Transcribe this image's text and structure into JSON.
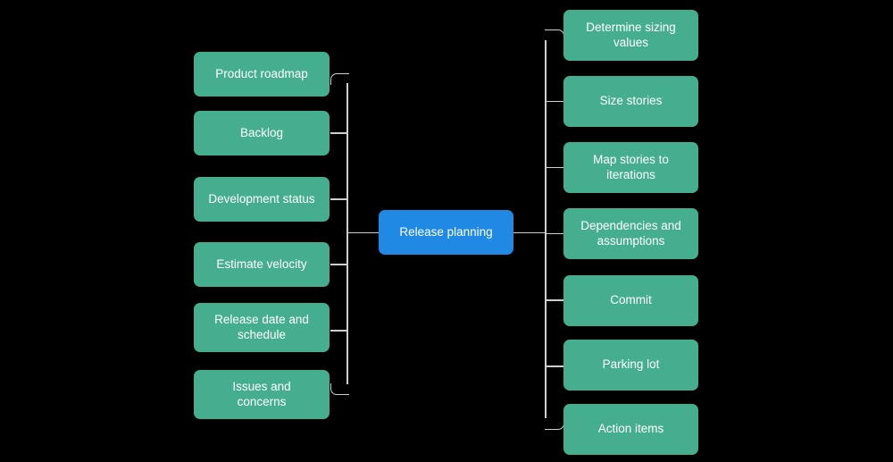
{
  "diagram": {
    "type": "mind-map",
    "title": "Release planning",
    "background_color": "#000000",
    "center": {
      "label": "Release planning",
      "color": "#2089E4",
      "text_color": "#ffffff"
    },
    "connector_color": "#cfcfcf",
    "branch_color": "#45AE8E",
    "left_branch": {
      "side": "left",
      "nodes": [
        {
          "label": "Product roadmap"
        },
        {
          "label": "Backlog"
        },
        {
          "label": "Development status"
        },
        {
          "label": "Estimate velocity"
        },
        {
          "label": "Release date and\nschedule"
        },
        {
          "label": "Issues and\nconcerns"
        }
      ]
    },
    "right_branch": {
      "side": "right",
      "nodes": [
        {
          "label": "Determine sizing\nvalues"
        },
        {
          "label": "Size stories"
        },
        {
          "label": "Map stories to\niterations"
        },
        {
          "label": "Dependencies and\nassumptions"
        },
        {
          "label": "Commit"
        },
        {
          "label": "Parking lot"
        },
        {
          "label": "Action items"
        }
      ]
    }
  }
}
